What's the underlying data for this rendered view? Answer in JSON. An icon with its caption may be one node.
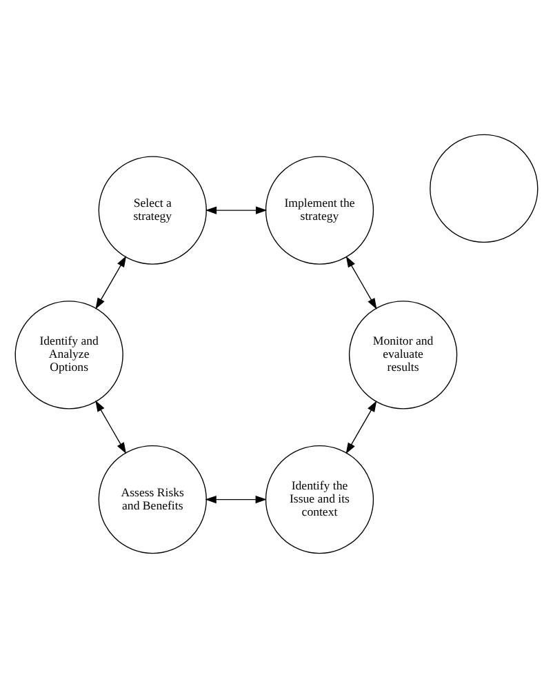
{
  "diagram": {
    "nodes": [
      {
        "text": [
          "Identify the Issue and its context"
        ]
      },
      {
        "text": [
          "Assess Risks and Benefits"
        ]
      },
      {
        "text": [
          "Identify and Analyze Options"
        ]
      },
      {
        "text": [
          "Select a strategy"
        ]
      },
      {
        "text": [
          "Implement the strategy"
        ]
      },
      {
        "text": [
          "Monitor and evaluate results"
        ]
      },
      {
        "text": [],
        "shape": "circle"
      }
    ],
    "edges": [
      {
        "from": 0,
        "to": 1,
        "arrow": "both"
      },
      {
        "from": 1,
        "to": 2,
        "arrow": "both"
      },
      {
        "from": 2,
        "to": 3,
        "arrow": "both"
      },
      {
        "from": 3,
        "to": 4,
        "arrow": "both"
      },
      {
        "from": 4,
        "to": 5,
        "arrow": "both"
      },
      {
        "from": 5,
        "to": 0,
        "arrow": "both"
      }
    ]
  }
}
